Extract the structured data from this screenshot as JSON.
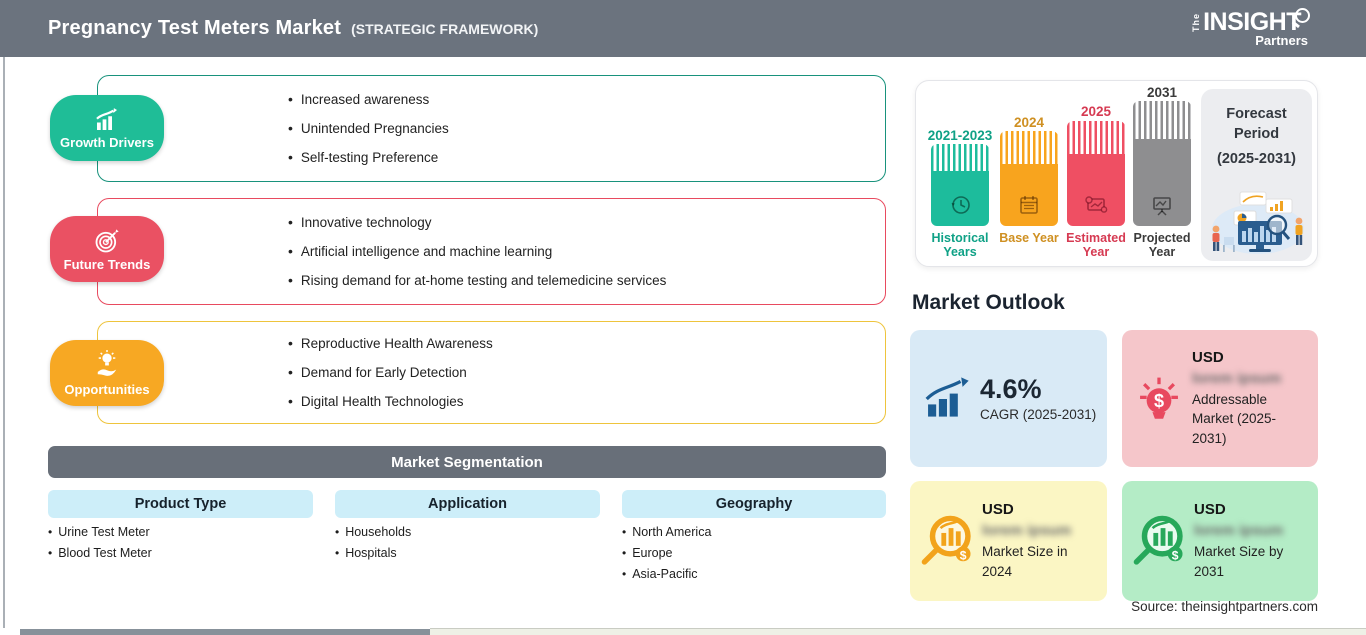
{
  "header": {
    "title": "Pregnancy Test Meters Market",
    "subtitle": "(STRATEGIC FRAMEWORK)",
    "logo": {
      "the": "The",
      "insight": "INSIGHT",
      "partners": "Partners"
    }
  },
  "panels": [
    {
      "label": "Growth Drivers",
      "color": "#1fbd97",
      "bullets": [
        "Increased awareness",
        "Unintended Pregnancies",
        "Self-testing Preference"
      ]
    },
    {
      "label": "Future Trends",
      "color": "#ea5163",
      "bullets": [
        "Innovative technology",
        "Artificial intelligence and machine learning",
        "Rising demand for at-home testing and telemedicine services"
      ]
    },
    {
      "label": "Opportunities",
      "color": "#f7a823",
      "bullets": [
        "Reproductive Health Awareness",
        "Demand for Early Detection",
        "Digital Health Technologies"
      ]
    }
  ],
  "segmentation": {
    "title": "Market Segmentation",
    "columns": [
      {
        "header": "Product Type",
        "items": [
          "Urine Test Meter",
          "Blood Test Meter"
        ]
      },
      {
        "header": "Application",
        "items": [
          "Households",
          "Hospitals"
        ]
      },
      {
        "header": "Geography",
        "items": [
          "North America",
          "Europe",
          "Asia-Pacific"
        ]
      }
    ]
  },
  "timeline": {
    "bars": [
      {
        "year": "2021-2023",
        "label": "Historical Years",
        "color": "#1dbc9c",
        "icon": "history-clock-icon"
      },
      {
        "year": "2024",
        "label": "Base Year",
        "color": "#f8a41e",
        "icon": "calendar-icon"
      },
      {
        "year": "2025",
        "label": "Estimated Year",
        "color": "#ef4f63",
        "icon": "estimation-gauge-icon"
      },
      {
        "year": "2031",
        "label": "Projected Year",
        "color": "#8e8e90",
        "icon": "projection-screen-icon"
      }
    ],
    "forecast": {
      "title": "Forecast Period",
      "range": "(2025-2031)"
    }
  },
  "outlook": {
    "title": "Market Outlook",
    "cards": [
      {
        "value": "4.6%",
        "label": "CAGR (2025-2031)",
        "bg": "#d9eaf6",
        "icon": "cagr-bar-chart-icon"
      },
      {
        "currency": "USD",
        "masked": "lorem ipsum",
        "label": "Addressable Market (2025-2031)",
        "bg": "#f5c6ca",
        "icon": "dollar-bulb-icon"
      },
      {
        "currency": "USD",
        "masked": "lorem ipsum",
        "label": "Market Size in 2024",
        "bg": "#fbf6c4",
        "icon": "magnifier-chart-icon"
      },
      {
        "currency": "USD",
        "masked": "lorem ipsum",
        "label": "Market Size by 2031",
        "bg": "#b4ecc6",
        "icon": "magnifier-chart-icon"
      }
    ]
  },
  "source": "Source: theinsightpartners.com"
}
